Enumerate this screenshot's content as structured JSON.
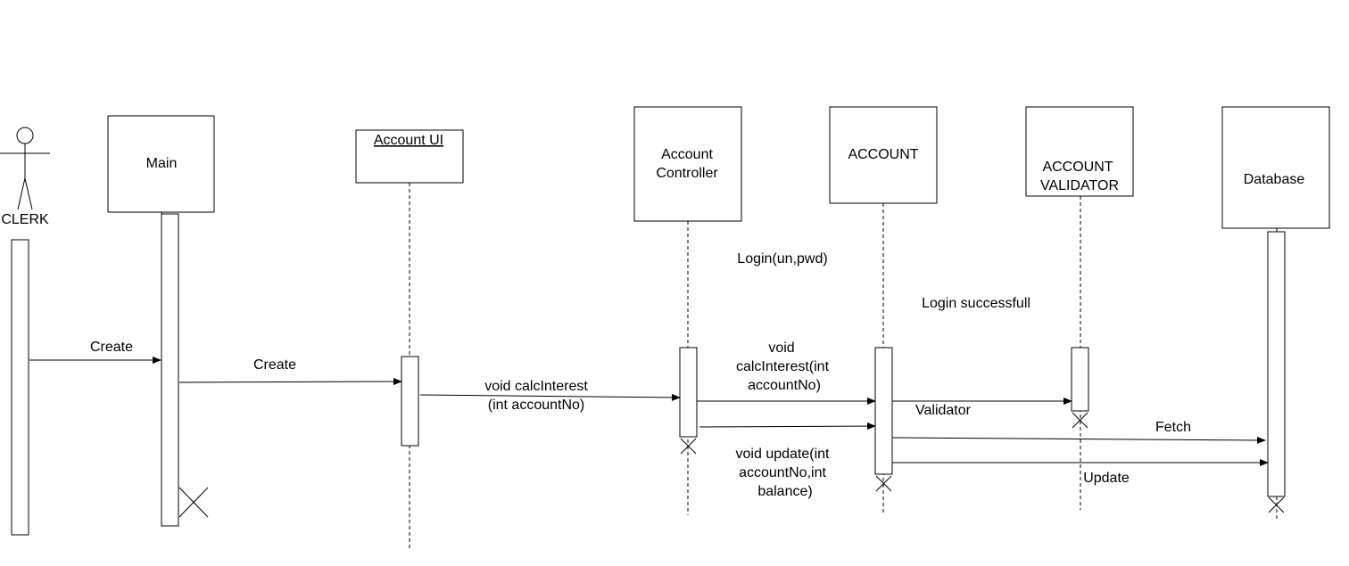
{
  "actor": {
    "name": "CLERK",
    "icon": "stick-figure-icon"
  },
  "objects": [
    {
      "id": "main",
      "label": "Main"
    },
    {
      "id": "account_ui",
      "label": "Account UI"
    },
    {
      "id": "account_controller",
      "lines": [
        "Account",
        "Controller"
      ]
    },
    {
      "id": "account",
      "label": "ACCOUNT"
    },
    {
      "id": "account_validator",
      "lines": [
        "ACCOUNT",
        "VALIDATOR"
      ]
    },
    {
      "id": "database",
      "label": "Database"
    }
  ],
  "messages": {
    "create_main": "Create",
    "create_ui": "Create",
    "calc_ui": [
      "void calcInterest",
      "(int accountNo)"
    ],
    "login": "Login(un,pwd)",
    "login_success": "Login successfull",
    "calc_ctrl": [
      "void",
      "calcInterest(int",
      "accountNo)"
    ],
    "validator": "Validator",
    "fetch": "Fetch",
    "update_call": [
      "void update(int",
      "accountNo,int",
      "balance)"
    ],
    "update_db": "Update"
  },
  "icons": {
    "destroy": "destroy-x-icon",
    "arrowhead": "arrowhead-icon"
  },
  "colors": {
    "line": "#000000",
    "background": "#ffffff"
  }
}
